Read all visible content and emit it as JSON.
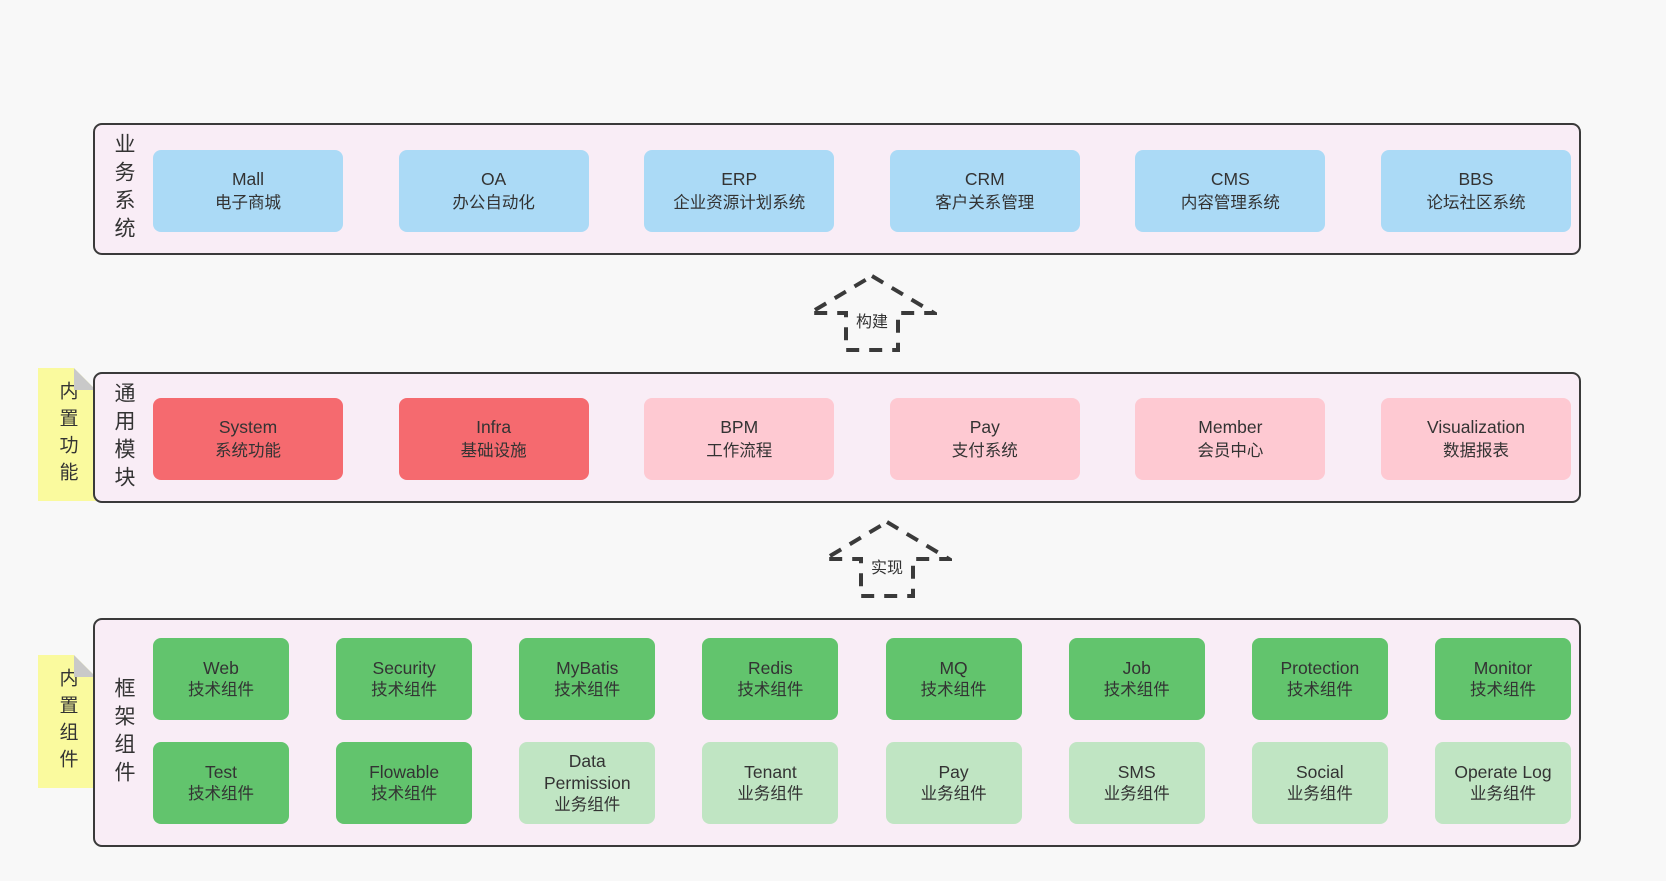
{
  "colors": {
    "page_background": "#f8f8f8",
    "panel_background": "#f9edf6",
    "panel_border": "#3a3a3a",
    "system_blue": "#abdaf6",
    "module_red": "#f56a6f",
    "module_pink": "#fec9d2",
    "component_green": "#62c46d",
    "component_light_green": "#c0e5c3",
    "tag_yellow": "#fafa9e",
    "tag_fold_gray": "#c9c9c9",
    "text": "#333333"
  },
  "arrows": {
    "build": {
      "label": "构建"
    },
    "implement": {
      "label": "实现"
    }
  },
  "layers": {
    "business": {
      "label": "业务系统",
      "boxes": [
        {
          "name": "Mall",
          "subtitle": "电子商城"
        },
        {
          "name": "OA",
          "subtitle": "办公自动化"
        },
        {
          "name": "ERP",
          "subtitle": "企业资源计划系统"
        },
        {
          "name": "CRM",
          "subtitle": "客户关系管理"
        },
        {
          "name": "CMS",
          "subtitle": "内容管理系统"
        },
        {
          "name": "BBS",
          "subtitle": "论坛社区系统"
        }
      ]
    },
    "modules": {
      "label": "通用模块",
      "tag": "内置功能",
      "boxes": [
        {
          "name": "System",
          "subtitle": "系统功能",
          "variant": "red"
        },
        {
          "name": "Infra",
          "subtitle": "基础设施",
          "variant": "red"
        },
        {
          "name": "BPM",
          "subtitle": "工作流程",
          "variant": "pink"
        },
        {
          "name": "Pay",
          "subtitle": "支付系统",
          "variant": "pink"
        },
        {
          "name": "Member",
          "subtitle": "会员中心",
          "variant": "pink"
        },
        {
          "name": "Visualization",
          "subtitle": "数据报表",
          "variant": "pink"
        }
      ]
    },
    "components": {
      "label": "框架组件",
      "tag": "内置组件",
      "rows": [
        [
          {
            "name": "Web",
            "subtitle": "技术组件",
            "variant": "green"
          },
          {
            "name": "Security",
            "subtitle": "技术组件",
            "variant": "green"
          },
          {
            "name": "MyBatis",
            "subtitle": "技术组件",
            "variant": "green"
          },
          {
            "name": "Redis",
            "subtitle": "技术组件",
            "variant": "green"
          },
          {
            "name": "MQ",
            "subtitle": "技术组件",
            "variant": "green"
          },
          {
            "name": "Job",
            "subtitle": "技术组件",
            "variant": "green"
          },
          {
            "name": "Protection",
            "subtitle": "技术组件",
            "variant": "green"
          },
          {
            "name": "Monitor",
            "subtitle": "技术组件",
            "variant": "green"
          }
        ],
        [
          {
            "name": "Test",
            "subtitle": "技术组件",
            "variant": "green"
          },
          {
            "name": "Flowable",
            "subtitle": "技术组件",
            "variant": "green"
          },
          {
            "name": "Data Permission",
            "subtitle": "业务组件",
            "variant": "lightgreen"
          },
          {
            "name": "Tenant",
            "subtitle": "业务组件",
            "variant": "lightgreen"
          },
          {
            "name": "Pay",
            "subtitle": "业务组件",
            "variant": "lightgreen"
          },
          {
            "name": "SMS",
            "subtitle": "业务组件",
            "variant": "lightgreen"
          },
          {
            "name": "Social",
            "subtitle": "业务组件",
            "variant": "lightgreen"
          },
          {
            "name": "Operate Log",
            "subtitle": "业务组件",
            "variant": "lightgreen"
          }
        ]
      ]
    }
  }
}
